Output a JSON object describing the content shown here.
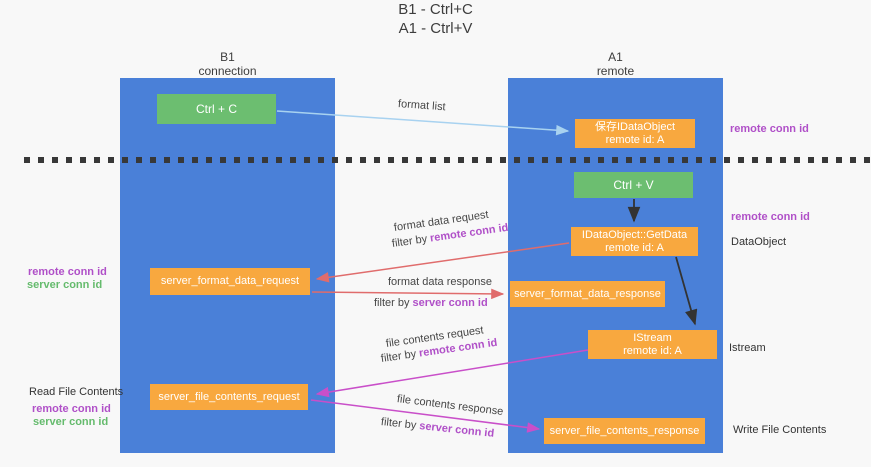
{
  "colors": {
    "background": "#f8f8f8",
    "column_blue": "#4a80d8",
    "box_green": "#6cbe70",
    "box_orange": "#f8a83f",
    "text_dark": "#3d3d3d",
    "accent_purple": "#b050c8",
    "accent_green": "#65bb6d",
    "arrow_red": "#e06c6c",
    "arrow_magenta": "#c94fc9",
    "arrow_light_blue": "#a8d2f0",
    "arrow_black": "#333333"
  },
  "title": {
    "line1": "B1 - Ctrl+C",
    "line2": "A1 - Ctrl+V"
  },
  "lifelines": {
    "left": {
      "name": "B1",
      "role": "connection"
    },
    "right": {
      "name": "A1",
      "role": "remote"
    }
  },
  "nodes": {
    "ctrl_c": {
      "label": "Ctrl + C"
    },
    "ctrl_v": {
      "label": "Ctrl + V"
    },
    "save_idataobject": {
      "line1": "保存IDataObject",
      "line2": "remote id: A"
    },
    "idataobject_getdata": {
      "line1": "IDataObject::GetData",
      "line2": "remote id: A"
    },
    "istream": {
      "line1": "IStream",
      "line2": "remote id: A"
    },
    "server_format_data_request": {
      "label": "server_format_data_request"
    },
    "server_format_data_response": {
      "label": "server_format_data_response"
    },
    "server_file_contents_request": {
      "label": "server_file_contents_request"
    },
    "server_file_contents_response": {
      "label": "server_file_contents_response"
    }
  },
  "edges": {
    "format_list": {
      "label": "format list"
    },
    "format_data_request": {
      "label": "format data request",
      "filter_prefix": "filter by ",
      "filter_key": "remote conn id"
    },
    "format_data_response": {
      "label": "format data response",
      "filter_prefix": "filter by ",
      "filter_key": "server conn id"
    },
    "file_contents_request": {
      "label": "file contents request",
      "filter_prefix": "filter by ",
      "filter_key": "remote conn id"
    },
    "file_contents_response": {
      "label": "file contents response",
      "filter_prefix": "filter by ",
      "filter_key": "server conn id"
    }
  },
  "annotations": {
    "left_format": {
      "remote": "remote conn id",
      "server": "server conn id"
    },
    "left_file": {
      "title": "Read File Contents",
      "remote": "remote conn id",
      "server": "server conn id"
    },
    "right_top": "remote conn id",
    "right_mid": "remote conn id",
    "right_dataobject": "DataObject",
    "right_istream": "Istream",
    "right_write": "Write File Contents"
  }
}
